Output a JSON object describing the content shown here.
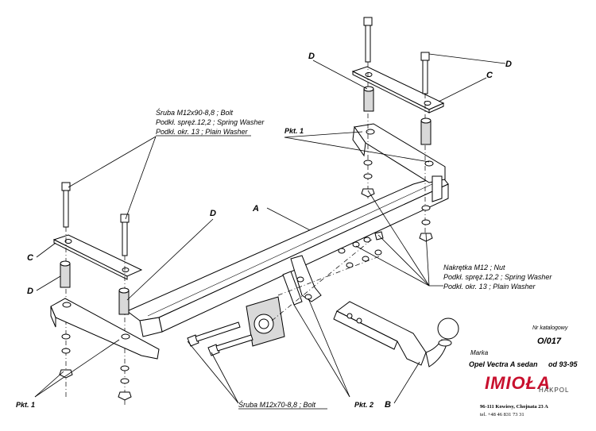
{
  "labels": {
    "a": "A",
    "b": "B",
    "c": "C",
    "d": "D",
    "pkt1": "Pkt. 1",
    "pkt2": "Pkt. 2"
  },
  "callouts": {
    "top_bolt_1": "Śruba M12x90-8,8 ;  Bolt",
    "top_bolt_2": "Podkł. spręż.12,2 ; Spring Washer",
    "top_bolt_3": "Podkł. okr. 13 ; Plain Washer",
    "nut_1": "Nakrętka  M12 ; Nut",
    "nut_2": "Podkł. spręż.12,2 ; Spring Washer",
    "nut_3": "Podkł. okr. 13 ; Plain Washer",
    "bottom_bolt": "Śruba M12x70-8,8 ;  Bolt"
  },
  "info": {
    "catalog_label": "Nr katalogowy",
    "catalog_number": "O/017",
    "brand_label": "Marka",
    "model": "Opel Vectra A sedan",
    "years": "od  93-95"
  },
  "brand": {
    "name": "IMIOŁA",
    "sub": "HAKPOL",
    "address": "96-111 Kowiesy, Chojnata 23 A",
    "phone": "tel. +48 46 831 73 31",
    "color": "#c8102e"
  }
}
